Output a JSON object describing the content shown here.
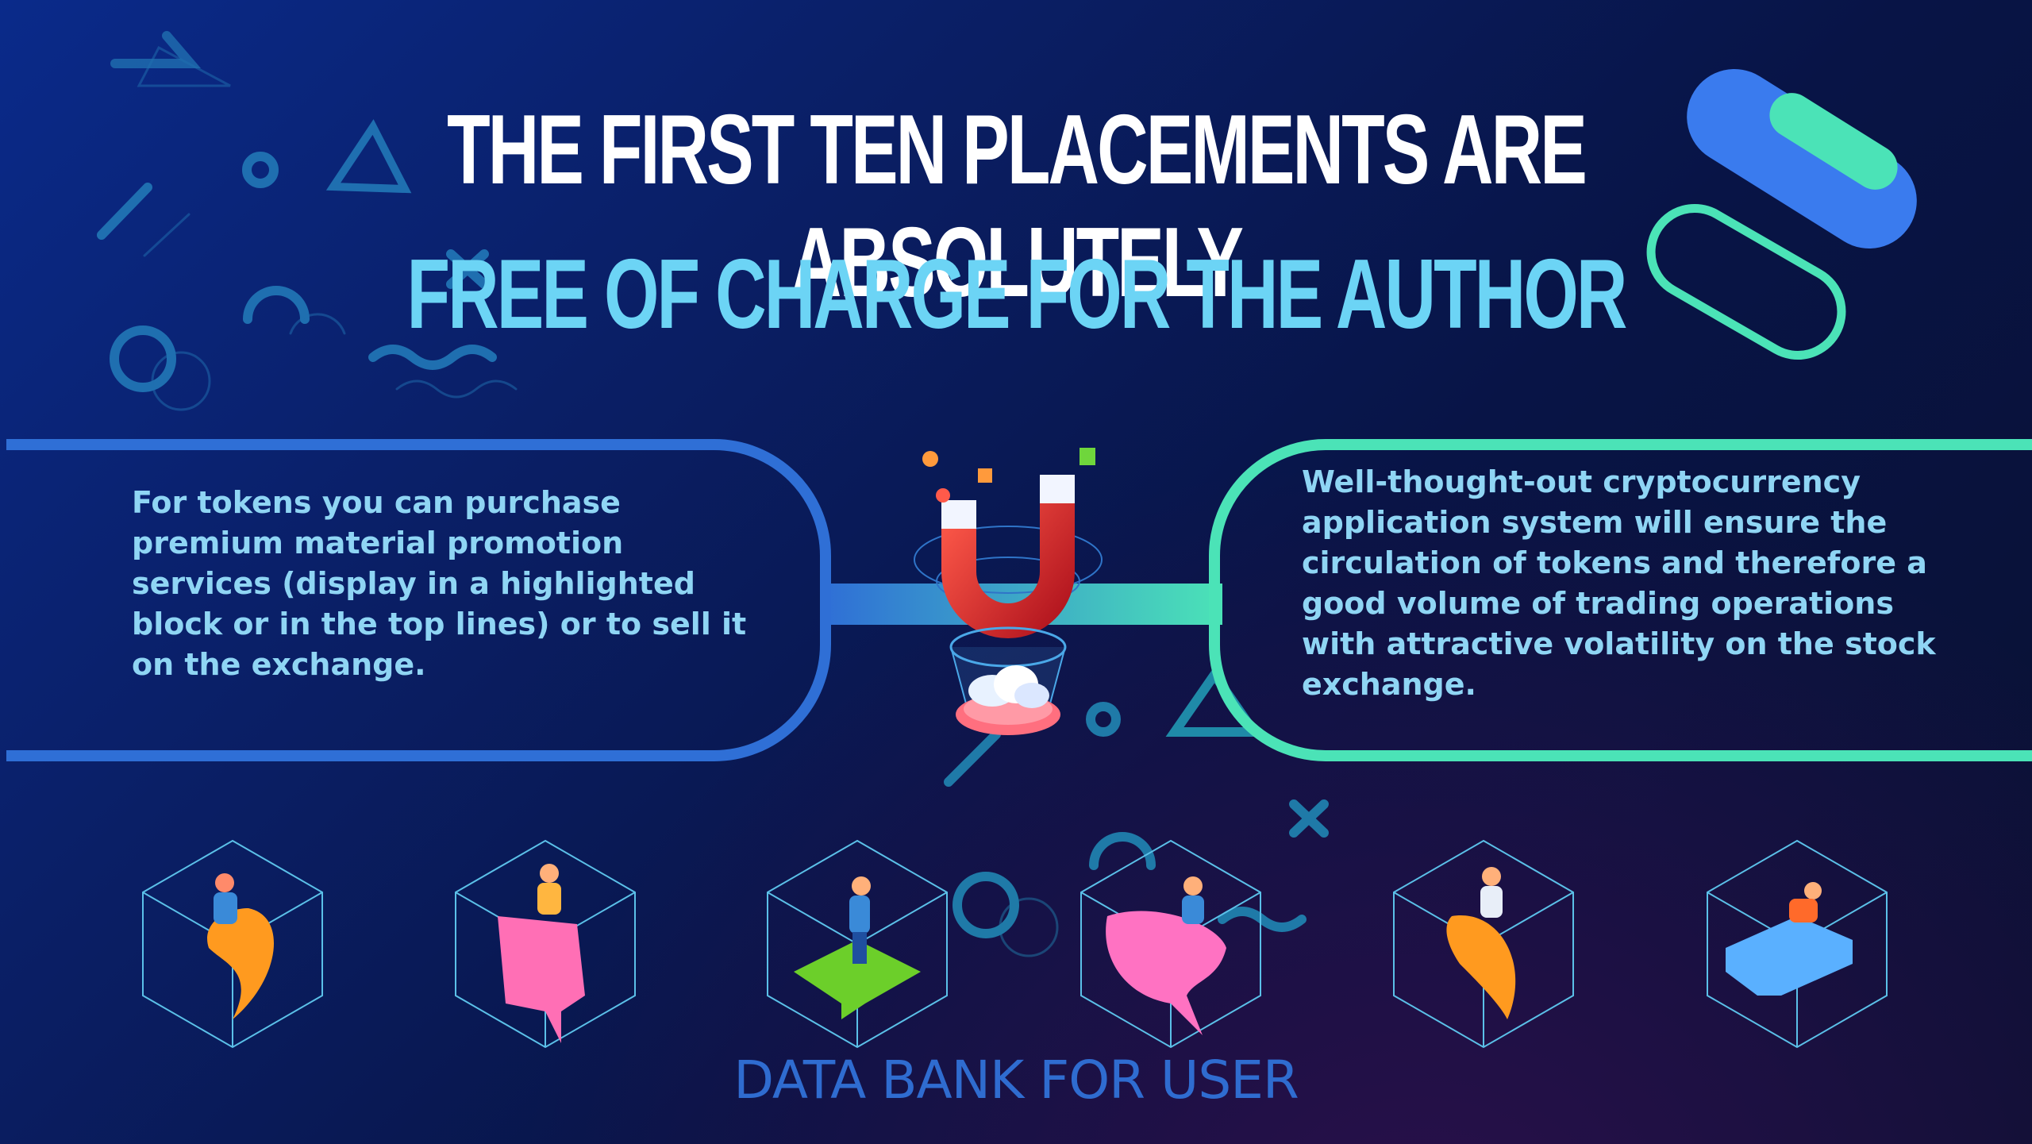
{
  "title": {
    "line1": "THE FIRST TEN PLACEMENTS ARE ABSOLUTELY",
    "line2": "FREE OF CHARGE FOR THE AUTHOR"
  },
  "left_panel": {
    "text": "For tokens you can purchase premium material promotion services (display in a highlighted block or in the top lines) or to sell it on the exchange."
  },
  "right_panel": {
    "text": "Well-thought-out cryptocurrency application system will ensure the circulation of tokens and therefore a good volume of trading operations with attractive volatility on the stock exchange."
  },
  "bottom": {
    "label": "DATA BANK FOR USER"
  },
  "colors": {
    "left_accent": "#2f6fd6",
    "right_accent": "#4be3b7",
    "title_white": "#ffffff",
    "title_cyan": "#6cd4f5",
    "text": "#8fd5f4"
  },
  "icons": [
    "magnet-icon",
    "cloud-icon",
    "cube-person-icon"
  ]
}
